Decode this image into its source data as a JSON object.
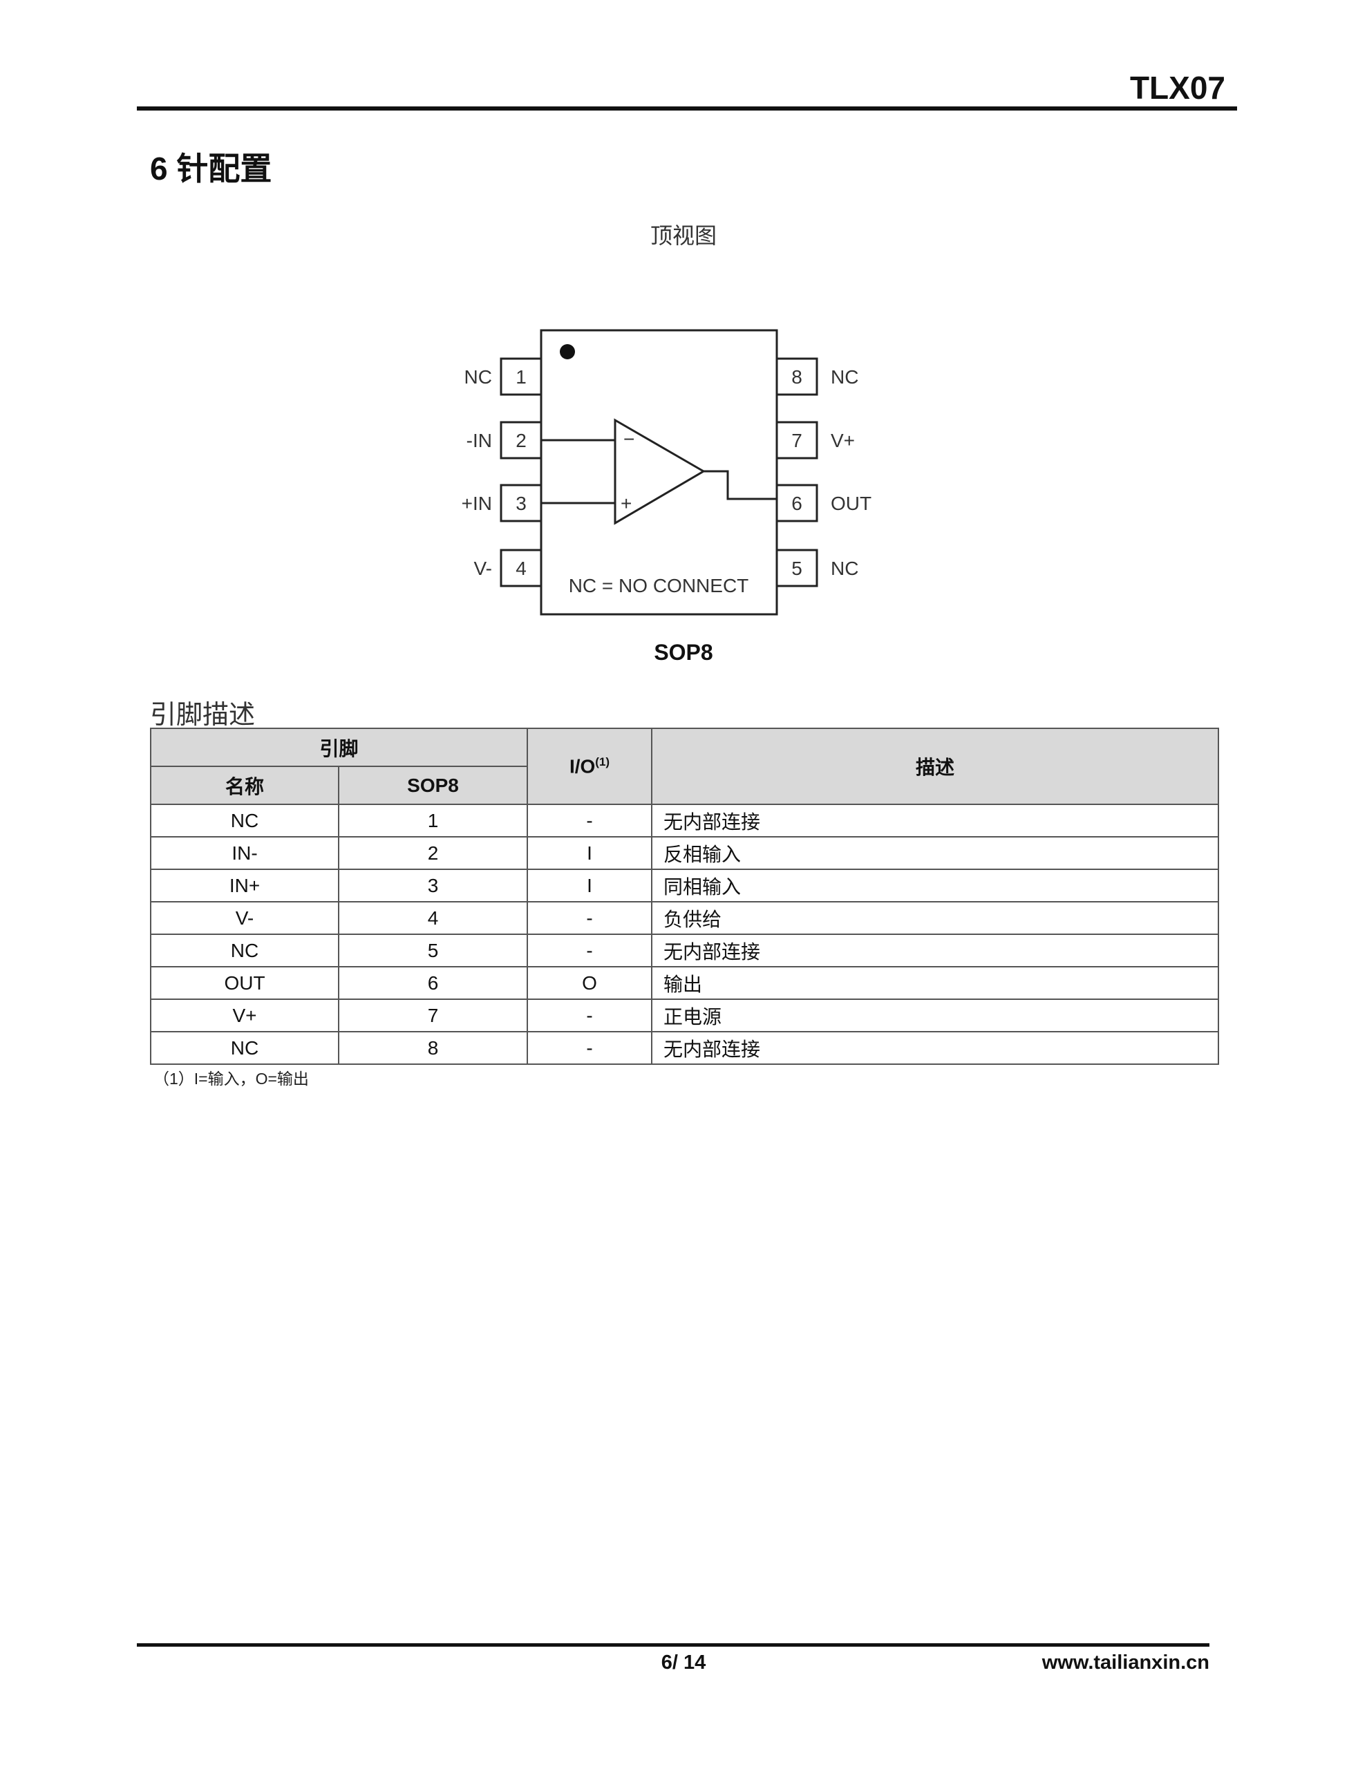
{
  "header": {
    "doc_title": "TLX07"
  },
  "section": {
    "heading": "6 针配置",
    "view_label": "顶视图",
    "package_label": "SOP8"
  },
  "diagram": {
    "left_pins": [
      {
        "num": "1",
        "name": "NC"
      },
      {
        "num": "2",
        "name": "-IN"
      },
      {
        "num": "3",
        "name": "+IN"
      },
      {
        "num": "4",
        "name": "V-"
      }
    ],
    "right_pins": [
      {
        "num": "8",
        "name": "NC"
      },
      {
        "num": "7",
        "name": "V+"
      },
      {
        "num": "6",
        "name": "OUT"
      },
      {
        "num": "5",
        "name": "NC"
      }
    ],
    "minus": "−",
    "plus": "+",
    "note": "NC = NO CONNECT"
  },
  "table": {
    "caption": "引脚描述",
    "headers": {
      "pin": "引脚",
      "name": "名称",
      "pkg": "SOP8",
      "io": "I/O",
      "io_sup": "(1)",
      "desc": "描述"
    },
    "rows": [
      {
        "name": "NC",
        "pin": "1",
        "io": "-",
        "desc": "无内部连接"
      },
      {
        "name": "IN-",
        "pin": "2",
        "io": "I",
        "desc": "反相输入"
      },
      {
        "name": "IN+",
        "pin": "3",
        "io": "I",
        "desc": "同相输入"
      },
      {
        "name": "V-",
        "pin": "4",
        "io": "-",
        "desc": "负供给"
      },
      {
        "name": "NC",
        "pin": "5",
        "io": "-",
        "desc": "无内部连接"
      },
      {
        "name": "OUT",
        "pin": "6",
        "io": "O",
        "desc": "输出"
      },
      {
        "name": "V+",
        "pin": "7",
        "io": "-",
        "desc": "正电源"
      },
      {
        "name": "NC",
        "pin": "8",
        "io": "-",
        "desc": "无内部连接"
      }
    ],
    "footnote": "（1）I=输入，O=输出"
  },
  "footer": {
    "page": "6/ 14",
    "site": "www.tailianxin.cn"
  }
}
